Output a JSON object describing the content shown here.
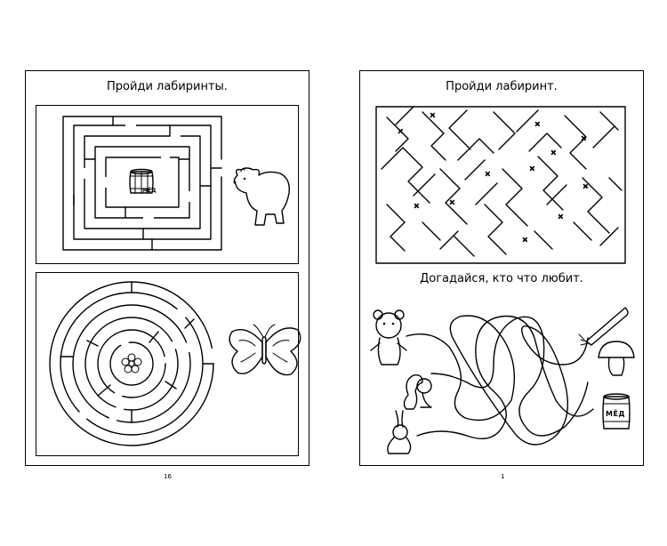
{
  "left_page": {
    "title": "Пройди лабиринты.",
    "page_number": "16",
    "barrel_label": "МЁД"
  },
  "right_page": {
    "title": "Пройди лабиринт.",
    "subtitle": "Догадайся, кто что любит.",
    "page_number": "1",
    "barrel_label": "МЁД"
  }
}
